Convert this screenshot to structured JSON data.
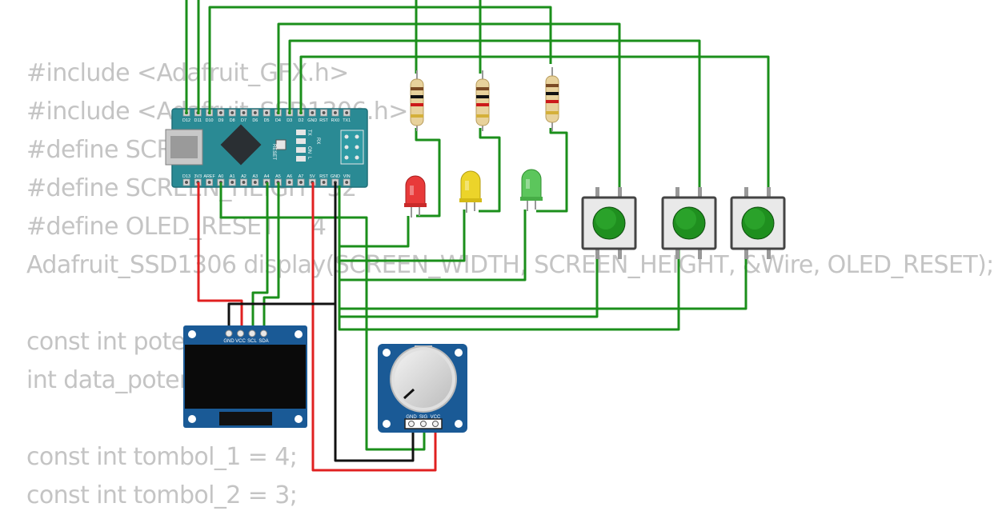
{
  "code_lines": [
    "#include <Adafruit_GFX.h>",
    "#include <Adafruit_SSD1306.h>",
    "#define SCREEN_WIDTH 128",
    "#define SCREEN_HEIGHT 32",
    "#define OLED_RESET     4",
    "Adafruit_SSD1306 display(SCREEN_WIDTH, SCREEN_HEIGHT, &Wire, OLED_RESET);",
    "",
    "const int potensio = A0;",
    "int data_potensio;",
    "",
    "const int tombol_1 = 4;",
    "const int tombol_2 = 3;"
  ],
  "arduino": {
    "top_pins": [
      "D12",
      "D11",
      "D10",
      "D9",
      "D8",
      "D7",
      "D6",
      "D5",
      "D4",
      "D3",
      "D2",
      "GND",
      "RST",
      "RX0",
      "TX1"
    ],
    "bottom_pins": [
      "D13",
      "3V3",
      "AREF",
      "A0",
      "A1",
      "A2",
      "A3",
      "A4",
      "A5",
      "A6",
      "A7",
      "5V",
      "RST",
      "GND",
      "VIN"
    ],
    "labels": {
      "reset": "RESET",
      "tx": "TX",
      "rx": "RX",
      "on": "ON",
      "l": "L"
    }
  },
  "oled": {
    "pins": [
      "GND",
      "VCC",
      "SCL",
      "SDA"
    ]
  },
  "potentiometer": {
    "pins": [
      "GND",
      "SIG",
      "VCC"
    ]
  },
  "colors": {
    "wire_green": "#1b8f1b",
    "wire_red": "#e02020",
    "wire_black": "#111111",
    "board": "#2a8a94",
    "code_text": "#c4c4c4",
    "led_red": "#e83a3a",
    "led_yellow": "#ecd42a",
    "led_green": "#5cc65c"
  }
}
